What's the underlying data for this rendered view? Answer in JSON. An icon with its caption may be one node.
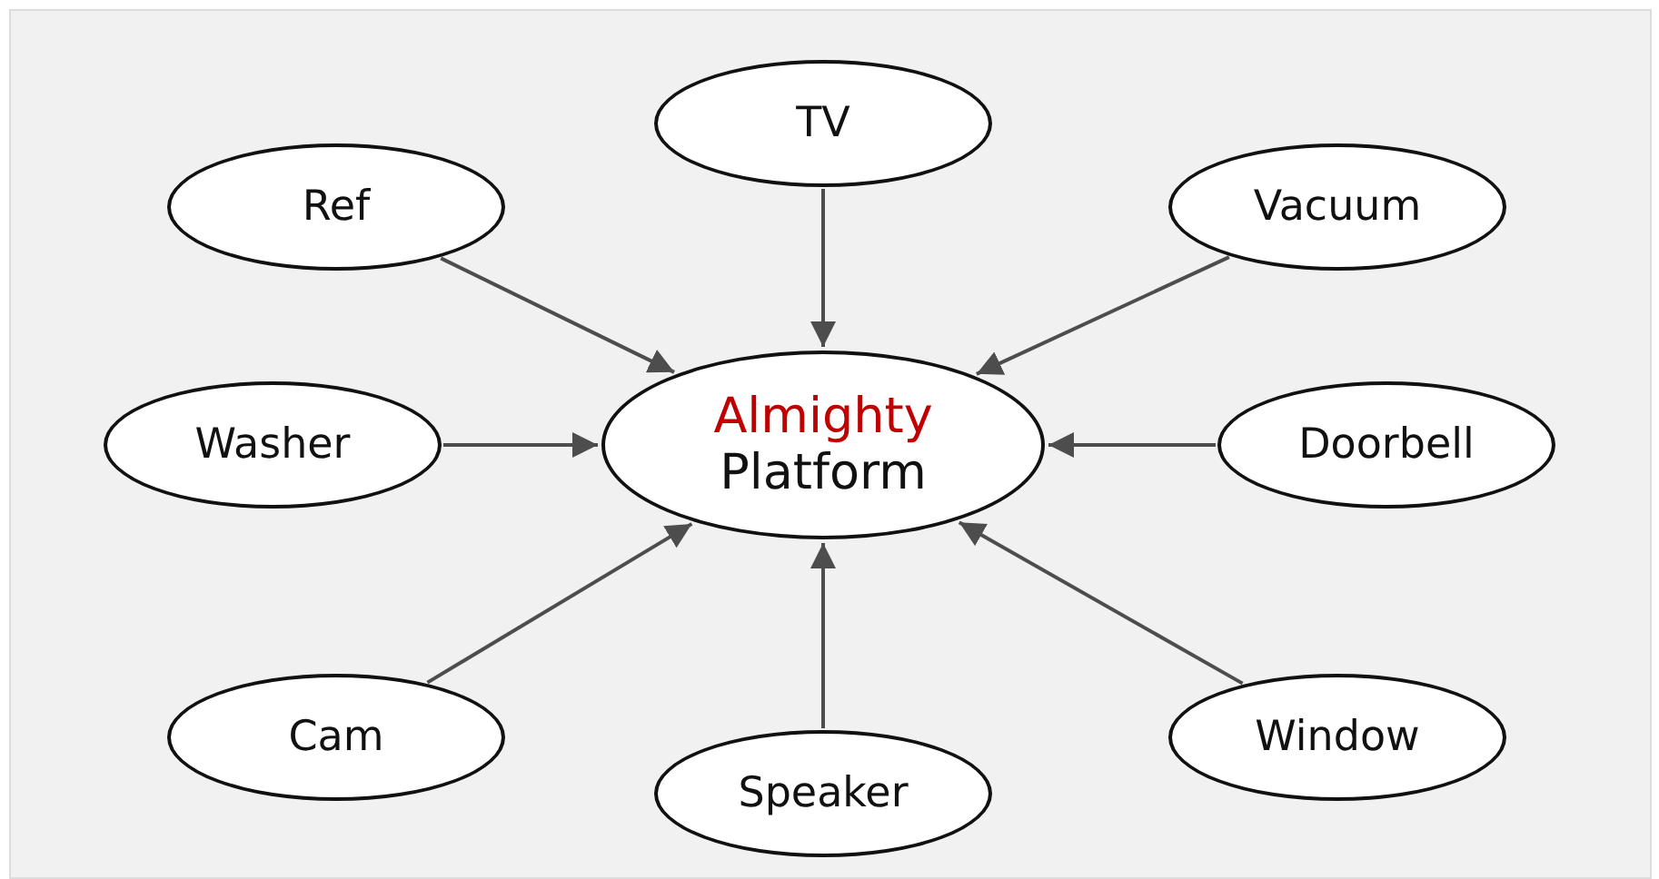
{
  "diagram": {
    "nodes": [
      {
        "text": [
          "TV"
        ]
      },
      {
        "text": [
          "Ref"
        ]
      },
      {
        "text": [
          "Vacuum"
        ]
      },
      {
        "text": [
          "Washer"
        ]
      },
      {
        "text": [
          "Almighty",
          "Platform"
        ]
      },
      {
        "text": [
          "Doorbell"
        ]
      },
      {
        "text": [
          "Cam"
        ]
      },
      {
        "text": [
          "Window"
        ]
      },
      {
        "text": [
          "Speaker"
        ]
      }
    ],
    "edges": [
      {
        "from": 0,
        "to": 4,
        "arrow": "to"
      },
      {
        "from": 1,
        "to": 4,
        "arrow": "to"
      },
      {
        "from": 2,
        "to": 4,
        "arrow": "to"
      },
      {
        "from": 3,
        "to": 4,
        "arrow": "to"
      },
      {
        "from": 5,
        "to": 4,
        "arrow": "to"
      },
      {
        "from": 6,
        "to": 4,
        "arrow": "to"
      },
      {
        "from": 7,
        "to": 4,
        "arrow": "to"
      },
      {
        "from": 8,
        "to": 4,
        "arrow": "to"
      }
    ]
  }
}
